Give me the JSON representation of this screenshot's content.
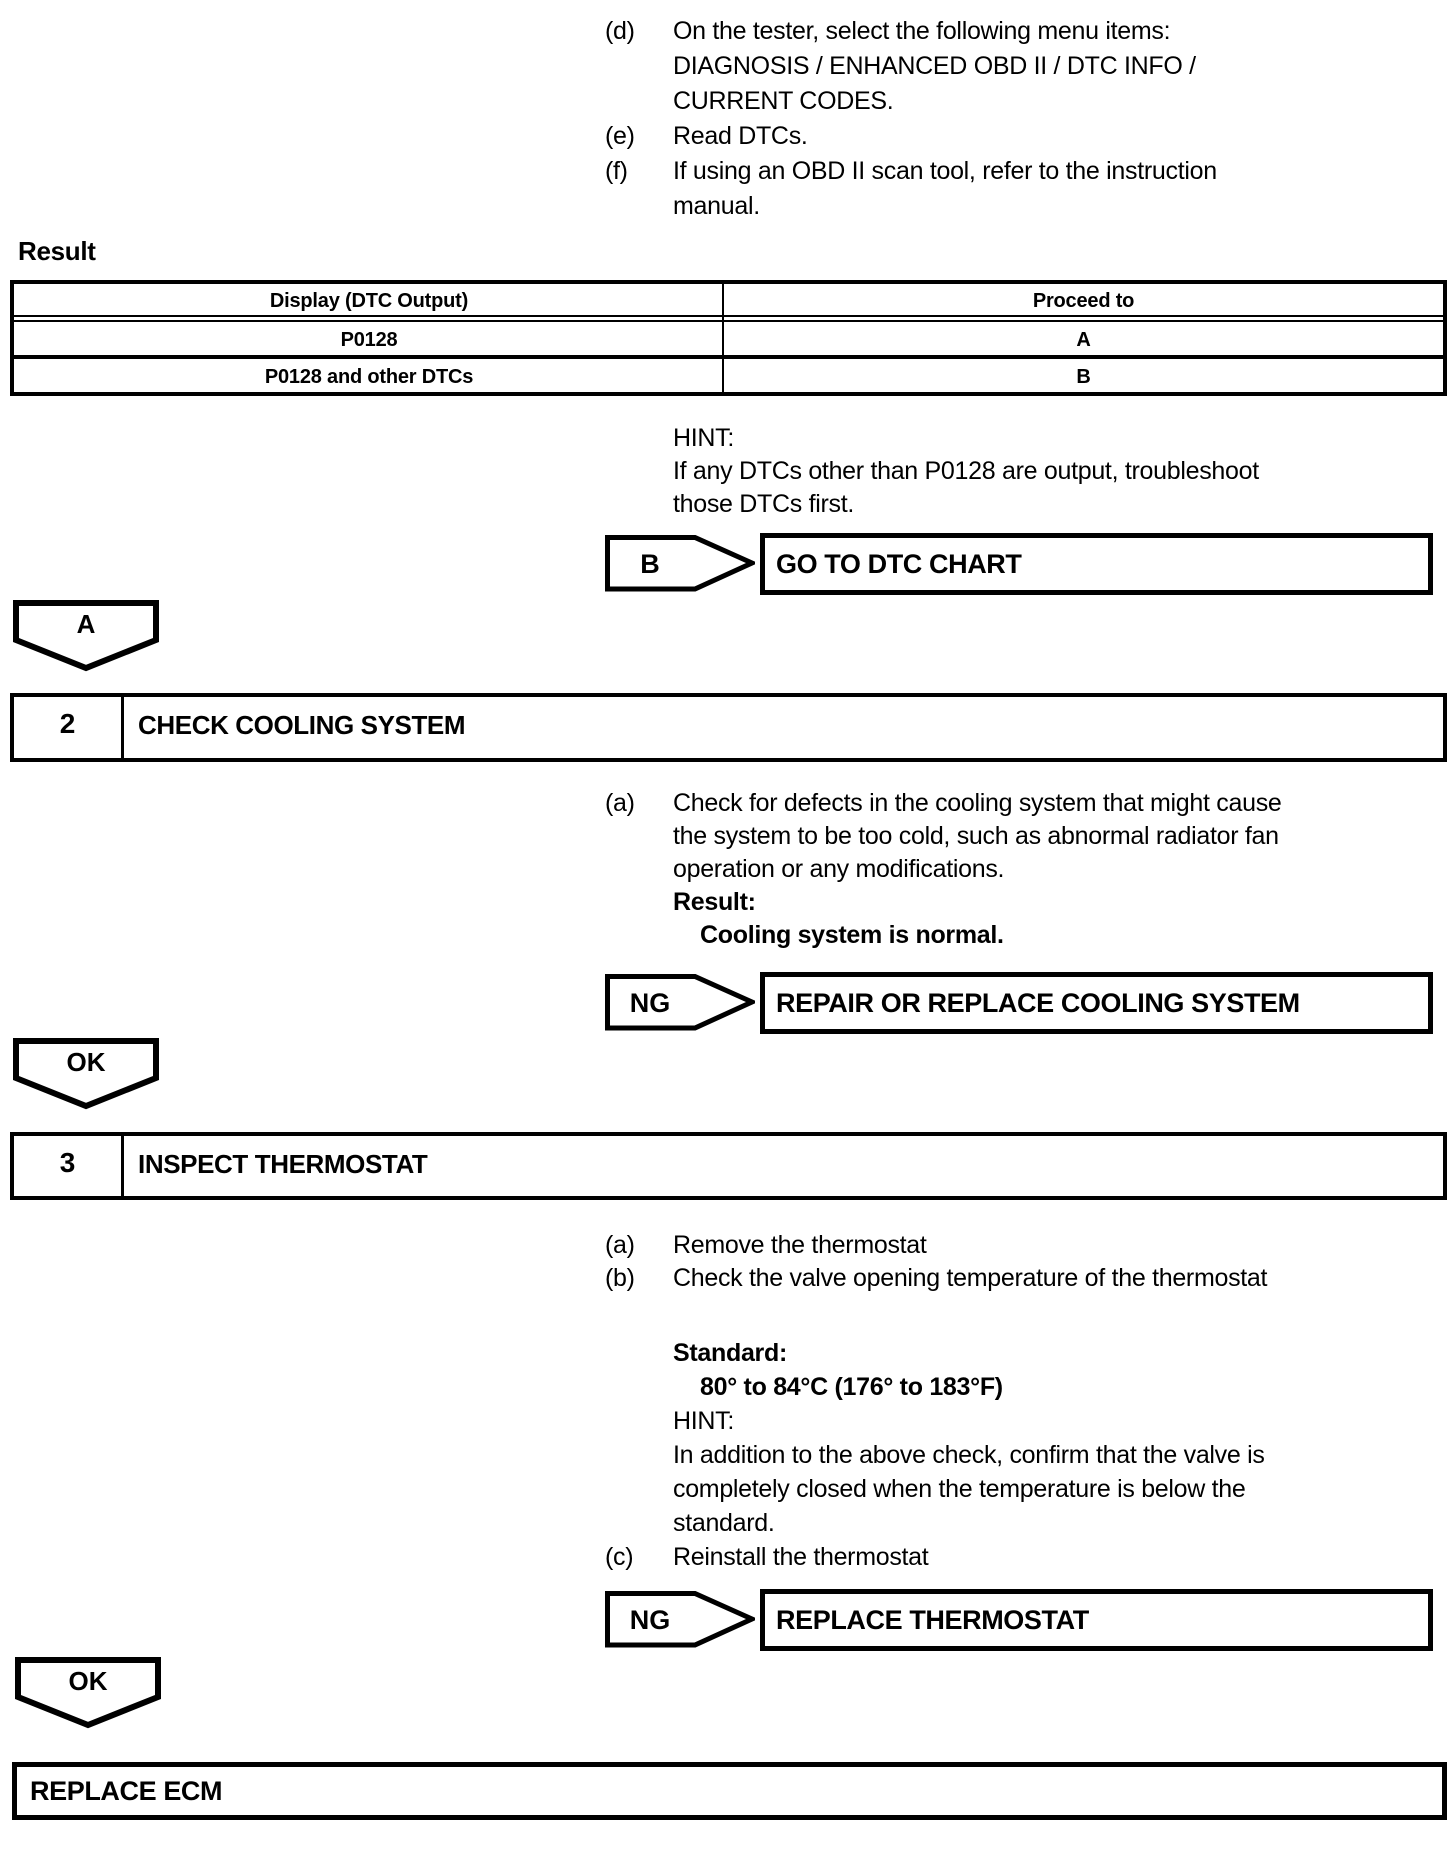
{
  "colors": {
    "ink": "#000000",
    "paper": "#ffffff"
  },
  "intro": {
    "lines": [
      {
        "marker": "(d)",
        "text": "On the tester, select the following menu items:"
      },
      {
        "marker": "",
        "text": "DIAGNOSIS / ENHANCED OBD II / DTC INFO /"
      },
      {
        "marker": "",
        "text": "CURRENT CODES."
      },
      {
        "marker": "(e)",
        "text": "Read DTCs."
      },
      {
        "marker": "(f)",
        "text": "If using an OBD II scan tool, refer to the instruction"
      },
      {
        "marker": "",
        "text": "manual."
      }
    ]
  },
  "result": {
    "heading": "Result",
    "table": {
      "columns": [
        "Display (DTC Output)",
        "Proceed to"
      ],
      "rows": [
        {
          "display": "P0128",
          "proceed_to": "A"
        },
        {
          "display": "P0128 and other DTCs",
          "proceed_to": "B"
        }
      ]
    },
    "hint": {
      "label": "HINT:",
      "lines": [
        "If any DTCs other than P0128 are output, troubleshoot",
        "those DTCs first."
      ]
    }
  },
  "branch_b": {
    "label": "B",
    "action": "GO TO DTC CHART"
  },
  "connector_a": {
    "label": "A"
  },
  "step_2": {
    "number": "2",
    "title": "CHECK COOLING SYSTEM",
    "lines": [
      {
        "marker": "(a)",
        "text": "Check for defects in the cooling system that might cause"
      },
      {
        "marker": "",
        "text": "the system to be too cold, such as abnormal radiator fan"
      },
      {
        "marker": "",
        "text": "operation or any modifications."
      },
      {
        "marker": "",
        "text": "Result:"
      },
      {
        "marker": "",
        "text": "Cooling system is normal."
      }
    ],
    "ng": {
      "label": "NG",
      "action": "REPAIR OR REPLACE COOLING SYSTEM"
    },
    "ok": {
      "label": "OK"
    }
  },
  "step_3": {
    "number": "3",
    "title": "INSPECT THERMOSTAT",
    "lines": [
      {
        "marker": "(a)",
        "text": "Remove the thermostat"
      },
      {
        "marker": "(b)",
        "text": "Check the valve opening temperature of the thermostat"
      },
      {
        "marker": "",
        "text": "Standard:"
      },
      {
        "marker": "",
        "text": "80° to 84°C (176° to 183°F)"
      },
      {
        "marker": "",
        "text": "HINT:"
      },
      {
        "marker": "",
        "text": "In addition to the above check, confirm that the valve is"
      },
      {
        "marker": "",
        "text": "completely closed when the temperature is below the"
      },
      {
        "marker": "",
        "text": "standard."
      },
      {
        "marker": "(c)",
        "text": "Reinstall the thermostat"
      }
    ],
    "ng": {
      "label": "NG",
      "action": "REPLACE THERMOSTAT"
    },
    "ok": {
      "label": "OK"
    }
  },
  "final_action": {
    "title": "REPLACE ECM"
  }
}
